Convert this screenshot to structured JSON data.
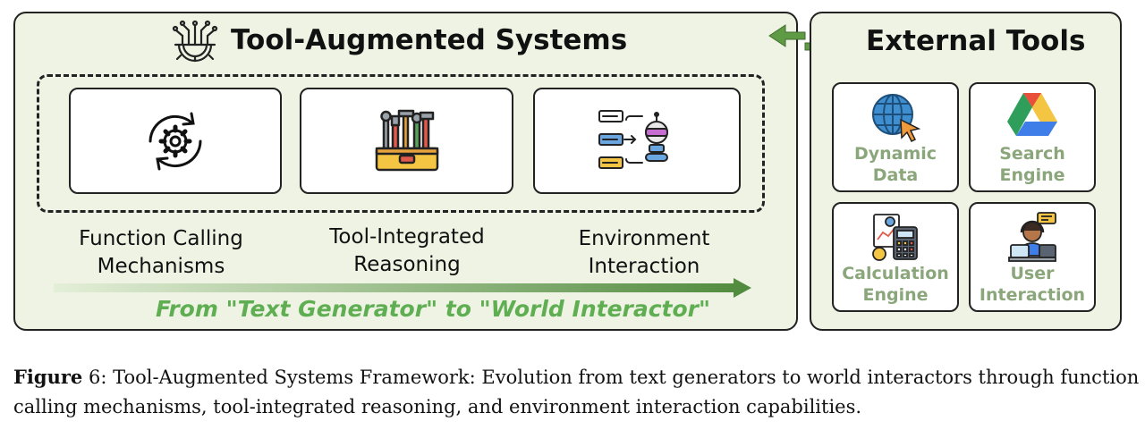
{
  "left_panel": {
    "title": "Tool-Augmented Systems",
    "icon": "circuit-gear-icon",
    "cards": [
      {
        "icon": "gear-cycle-icon",
        "caption_line1": "Function Calling",
        "caption_line2": "Mechanisms"
      },
      {
        "icon": "toolbox-icon",
        "caption_line1": "Tool-Integrated",
        "caption_line2": "Reasoning"
      },
      {
        "icon": "robot-messages-icon",
        "caption_line1": "Environment",
        "caption_line2": "Interaction"
      }
    ],
    "slogan": "From \"Text Generator\" to \"World Interactor\""
  },
  "right_panel": {
    "title": "External Tools",
    "tools": [
      {
        "icon": "globe-cursor-icon",
        "line1": "Dynamic",
        "line2": "Data"
      },
      {
        "icon": "drive-triangle-icon",
        "line1": "Search",
        "line2": "Engine"
      },
      {
        "icon": "calculator-documents-icon",
        "line1": "Calculation",
        "line2": "Engine"
      },
      {
        "icon": "user-at-computer-icon",
        "line1": "User",
        "line2": "Interaction"
      }
    ]
  },
  "figure_caption": {
    "label": "Figure",
    "number": "6",
    "text": ": Tool-Augmented Systems Framework: Evolution from text generators to world interactors through function calling mechanisms, tool-integrated reasoning, and environment interaction capabilities."
  },
  "colors": {
    "panel_bg": "#eef3e4",
    "arrow_green": "#4f8a3c",
    "slogan_green": "#5fae52",
    "tool_label": "#8aa67a"
  }
}
